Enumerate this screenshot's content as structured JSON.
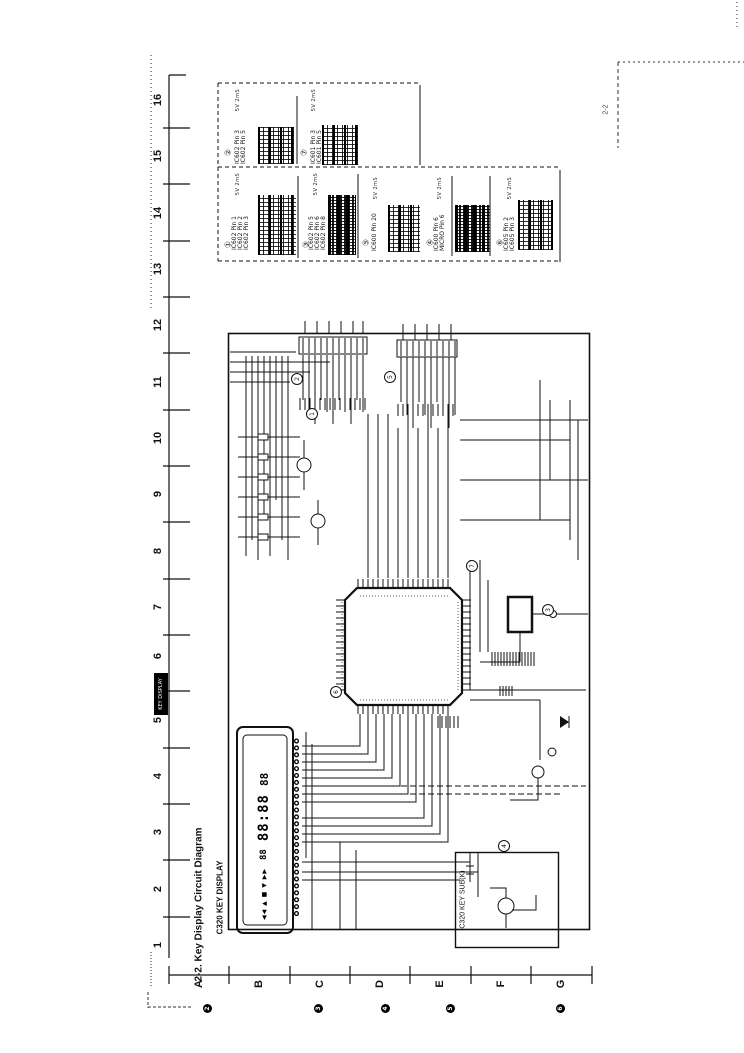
{
  "page": {
    "section_title": "2-2. Key Display Circuit Diagram",
    "board_title": "C320 KEY DISPLAY",
    "sub_board_title": "C320 KEY SUB(K)",
    "side_tab_label": "KEY DISPLAY",
    "corner_note": "2-2"
  },
  "grid": {
    "row_labels": [
      "16",
      "15",
      "14",
      "13",
      "12",
      "11",
      "10",
      "9",
      "8",
      "7",
      "6",
      "5",
      "4",
      "3",
      "2",
      "1"
    ],
    "col_labels": [
      "A",
      "B",
      "C",
      "D",
      "E",
      "F",
      "G"
    ],
    "ref_dots": [
      "2",
      "3",
      "4",
      "5",
      "6"
    ]
  },
  "display": {
    "icon_row": "◀◀ ▲ ■ ▼ ▶▶",
    "digit_groups": [
      "88",
      "88:88",
      "88"
    ]
  },
  "callouts": [
    "1",
    "2",
    "3",
    "4",
    "5",
    "6",
    "7"
  ],
  "waveform_panels": [
    {
      "num": "②",
      "scale": "5V 2mS",
      "lines": [
        "IC602 Pin 3",
        "IC602 Pin 5"
      ]
    },
    {
      "num": "⑦",
      "scale": "5V 2mS",
      "lines": [
        "IC601 Pin 3",
        "IC601 Pin 5"
      ]
    },
    {
      "num": "①",
      "scale": "5V 2mS",
      "lines": [
        "IC602 Pin 1",
        "IC602 Pin 2",
        "IC602 Pin 3"
      ]
    },
    {
      "num": "③",
      "scale": "5V 2mS",
      "lines": [
        "IC602 Pin 5",
        "IC602 Pin 6",
        "IC602 Pin 8"
      ]
    },
    {
      "num": "⑤",
      "scale": "5V 2mS",
      "lines": [
        "IC600 Pin 20"
      ]
    },
    {
      "num": "④",
      "scale": "5V 2mS",
      "lines": [
        "IC600 Pin 6",
        "MICRO Pin 6"
      ]
    },
    {
      "num": "⑥",
      "scale": "5V 2mS",
      "lines": [
        "IC605 Pin 2",
        "IC605 Pin 3"
      ]
    }
  ]
}
